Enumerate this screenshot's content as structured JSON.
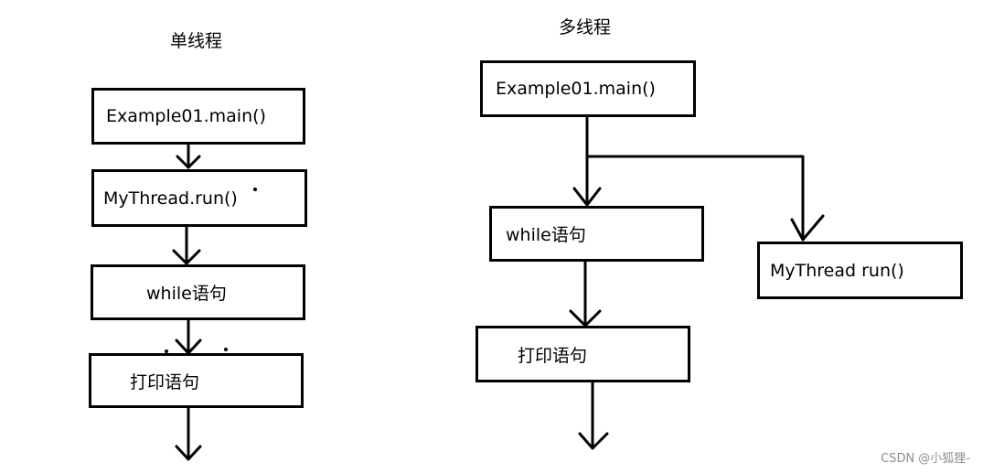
{
  "left": {
    "title": "单线程",
    "boxes": [
      "Example01.main()",
      "MyThread.run()",
      "while语句",
      "打印语句"
    ]
  },
  "right": {
    "title": "多线程",
    "boxes": [
      "Example01.main()",
      "while语句",
      "打印语句",
      "MyThread run()"
    ]
  },
  "watermark": "CSDN @小狐狸-"
}
